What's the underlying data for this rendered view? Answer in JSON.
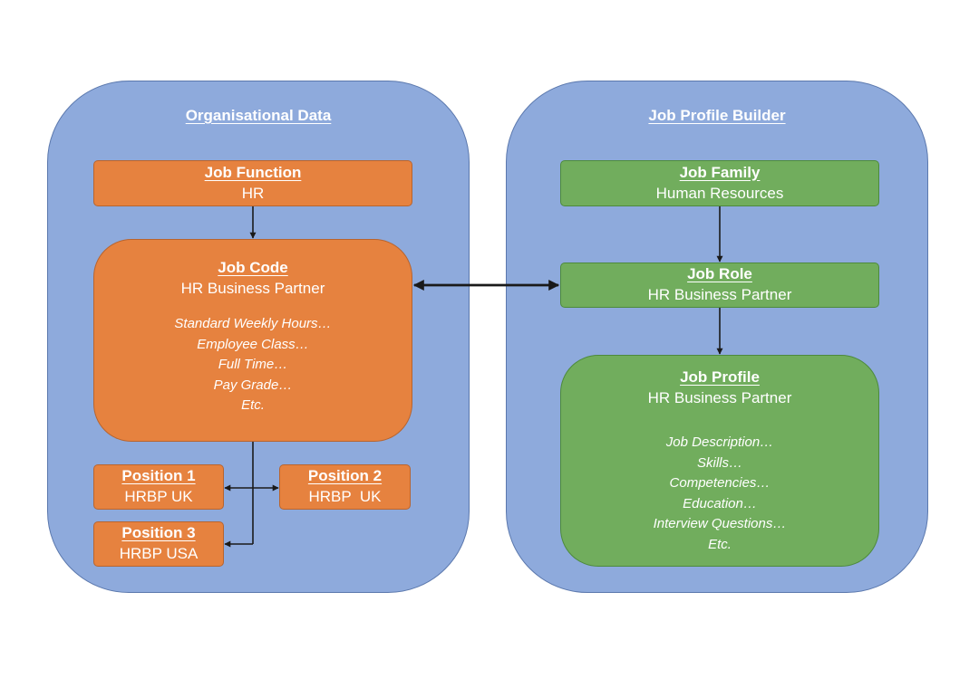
{
  "colors": {
    "panel": "#8eaadc",
    "orange": "#e6823f",
    "green": "#71ad5d",
    "connector": "#1a1a1a",
    "text": "#ffffff"
  },
  "left_panel": {
    "title": "Organisational Data",
    "job_function": {
      "title": "Job Function",
      "value": "HR"
    },
    "job_code": {
      "title": "Job Code",
      "value": "HR Business Partner",
      "details": [
        "Standard Weekly Hours…",
        "Employee Class…",
        "Full Time…",
        "Pay Grade…",
        "Etc."
      ]
    },
    "positions": [
      {
        "title": "Position 1",
        "value": "HRBP UK"
      },
      {
        "title": "Position 2",
        "value": "HRBP  UK"
      },
      {
        "title": "Position 3",
        "value": "HRBP USA"
      }
    ]
  },
  "right_panel": {
    "title": "Job Profile Builder",
    "job_family": {
      "title": "Job Family",
      "value": "Human Resources"
    },
    "job_role": {
      "title": "Job Role",
      "value": "HR Business Partner"
    },
    "job_profile": {
      "title": "Job Profile",
      "value": "HR Business Partner",
      "details": [
        "Job Description…",
        "Skills…",
        "Competencies…",
        "Education…",
        "Interview Questions…",
        "Etc."
      ]
    }
  }
}
